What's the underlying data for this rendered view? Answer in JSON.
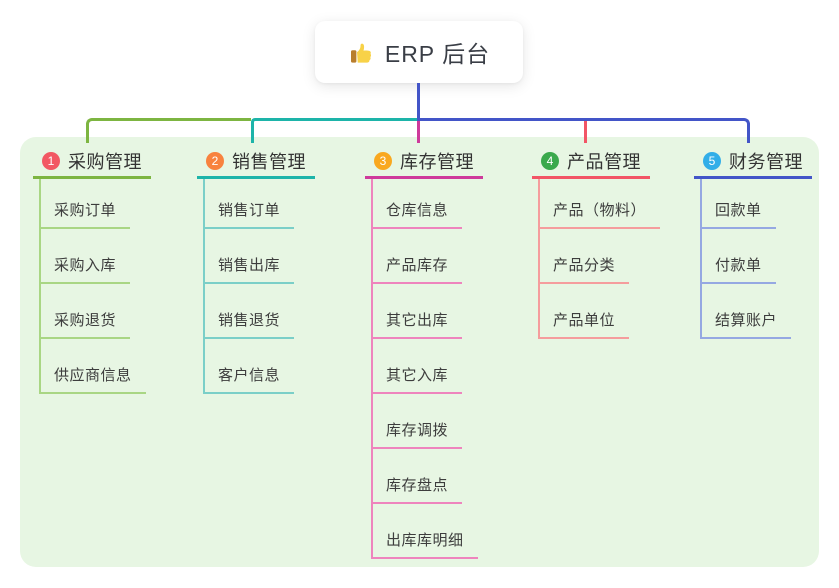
{
  "root": {
    "label": "ERP 后台",
    "icon": "thumbs-up-icon"
  },
  "colors": {
    "canvas_bg": "#ffffff",
    "panel_bg": "#e7f6e3",
    "root_line": "#4355c8",
    "title_text": "#333333",
    "child_text": "#3d3d3d",
    "icon_hand": "#f8d248",
    "icon_sleeve": "#b97e2c"
  },
  "branches": [
    {
      "index": "1",
      "label": "采购管理",
      "colors": {
        "badge": "#f25863",
        "line": "#7db541",
        "child_line": "#a9d684"
      },
      "children": [
        "采购订单",
        "采购入库",
        "采购退货",
        "供应商信息"
      ]
    },
    {
      "index": "2",
      "label": "销售管理",
      "colors": {
        "badge": "#f8823e",
        "line": "#1db4a9",
        "child_line": "#7bcfc8"
      },
      "children": [
        "销售订单",
        "销售出库",
        "销售退货",
        "客户信息"
      ]
    },
    {
      "index": "3",
      "label": "库存管理",
      "colors": {
        "badge": "#f9a81f",
        "line": "#ce3a9b",
        "child_line": "#ee84bd"
      },
      "children": [
        "仓库信息",
        "产品库存",
        "其它出库",
        "其它入库",
        "库存调拨",
        "库存盘点",
        "出库库明细"
      ]
    },
    {
      "index": "4",
      "label": "产品管理",
      "colors": {
        "badge": "#3aa94c",
        "line": "#f25566",
        "child_line": "#f59d9d"
      },
      "children": [
        "产品（物料）",
        "产品分类",
        "产品单位"
      ]
    },
    {
      "index": "5",
      "label": "财务管理",
      "colors": {
        "badge": "#32aee8",
        "line": "#4355c8",
        "child_line": "#95a8e2"
      },
      "children": [
        "回款单",
        "付款单",
        "结算账户"
      ]
    }
  ]
}
